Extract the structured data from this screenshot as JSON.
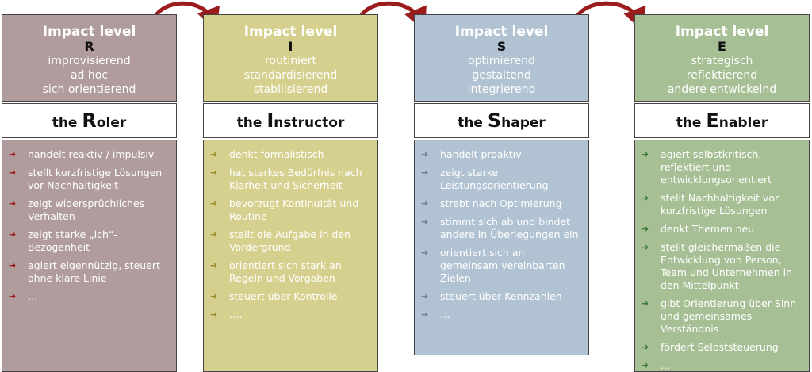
{
  "colors": {
    "roler": "#b09c9d",
    "instructor": "#d6d08e",
    "shaper": "#b1c3d2",
    "enabler": "#a7bf95",
    "arrow": "#9a1c1c"
  },
  "columns": [
    {
      "title": "Impact level",
      "letter": "R",
      "traits": [
        "improvisierend",
        "ad hoc",
        "sich orientierend"
      ],
      "name_prefix": "the ",
      "name_initial": "R",
      "name_rest": "oler",
      "bullet_color": "#a01818",
      "items": [
        "handelt reaktiv / impulsiv",
        "stellt kurzfristige Lösungen vor Nachhaltigkeit",
        "zeigt widersprüchliches Verhalten",
        "zeigt starke „ich“-Bezogenheit",
        "agiert eigennützig, steuert ohne klare Linie",
        "…"
      ]
    },
    {
      "title": "Impact level",
      "letter": "I",
      "traits": [
        "routiniert",
        "standardisierend",
        "stabilisierend"
      ],
      "name_prefix": "the ",
      "name_initial": "I",
      "name_rest": "nstructor",
      "bullet_color": "#9a8a2a",
      "items": [
        "denkt formalistisch",
        "hat starkes Bedürfnis nach Klarheit und Sicherheit",
        "bevorzugt Kontinuität und Routine",
        "stellt die Aufgabe in den Vordergrund",
        "orientiert sich stark an Regeln und Vorgaben",
        "steuert über Kontrolle",
        "…."
      ]
    },
    {
      "title": "Impact level",
      "letter": "S",
      "traits": [
        "optimierend",
        "gestaltend",
        "integrierend"
      ],
      "name_prefix": "the ",
      "name_initial": "S",
      "name_rest": "haper",
      "bullet_color": "#6a7f92",
      "items": [
        "handelt proaktiv",
        "zeigt starke Leistungsorientierung",
        "strebt nach Optimierung",
        "stimmt sich ab und bindet andere in Überlegungen ein",
        "orientiert sich an gemeinsam vereinbarten Zielen",
        "steuert über Kennzahlen",
        "…"
      ]
    },
    {
      "title": "Impact level",
      "letter": "E",
      "traits": [
        "strategisch",
        "reflektierend",
        "andere entwickelnd"
      ],
      "name_prefix": "the ",
      "name_initial": "E",
      "name_rest": "nabler",
      "bullet_color": "#3f7a3a",
      "items": [
        "agiert selbstkritisch, reflektiert und entwicklungsorientiert",
        "stellt Nachhaltigkeit vor kurzfristige Lösungen",
        "denkt Themen neu",
        "stellt gleichermaßen die Entwicklung von Person, Team und Unternehmen in den Mittelpunkt",
        "gibt Orientierung über Sinn und gemeinsames Verständnis",
        "fördert Selbststeuerung",
        "…"
      ]
    }
  ]
}
